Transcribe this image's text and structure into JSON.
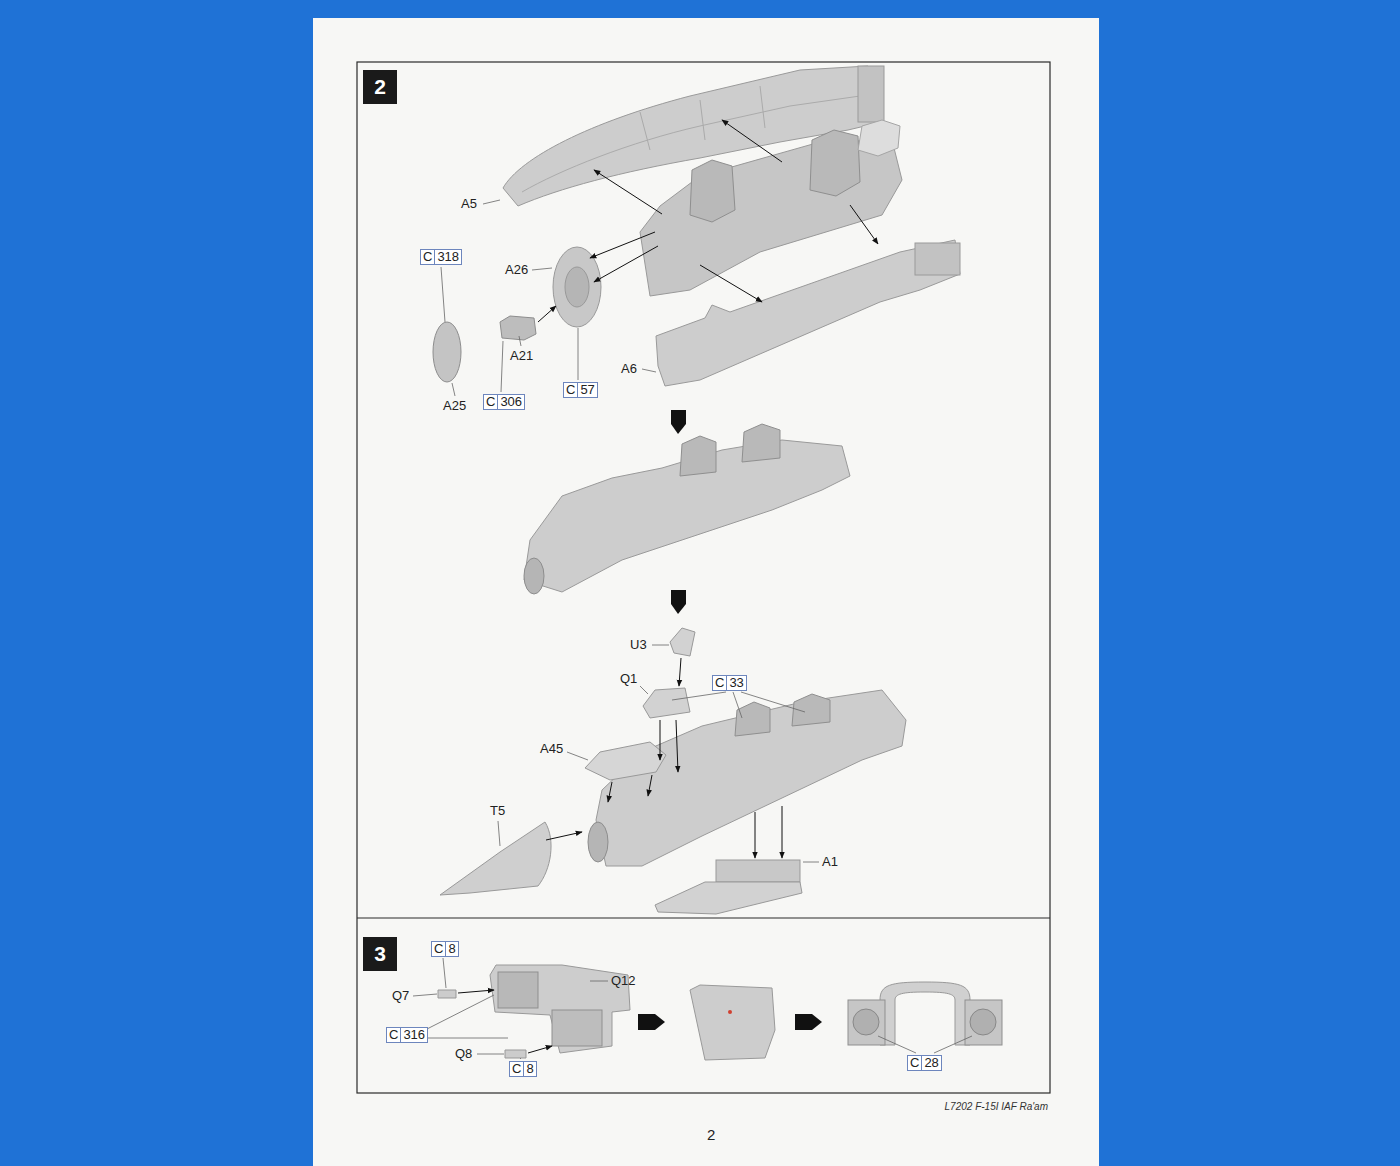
{
  "diagram": {
    "nodes": [
      {
        "text": [
          "2"
        ]
      },
      {
        "text": [
          "C",
          "318"
        ]
      },
      {
        "text": [
          "C",
          "306"
        ]
      },
      {
        "text": [
          "C",
          "57"
        ]
      },
      {
        "text": [
          "C",
          "33"
        ]
      },
      {
        "text": [
          "3"
        ]
      },
      {
        "text": [
          "C",
          "8"
        ]
      },
      {
        "text": [
          "C",
          "316"
        ]
      },
      {
        "text": [
          "C",
          "8"
        ]
      },
      {
        "text": [
          "C",
          "28"
        ]
      }
    ],
    "labels": [
      "A5",
      "A26",
      "A21",
      "A25",
      "A6",
      "U3",
      "Q1",
      "A45",
      "T5",
      "A1",
      "Q7",
      "Q12",
      "Q8",
      "L7202 F-15I IAF Ra'am",
      "2"
    ]
  }
}
